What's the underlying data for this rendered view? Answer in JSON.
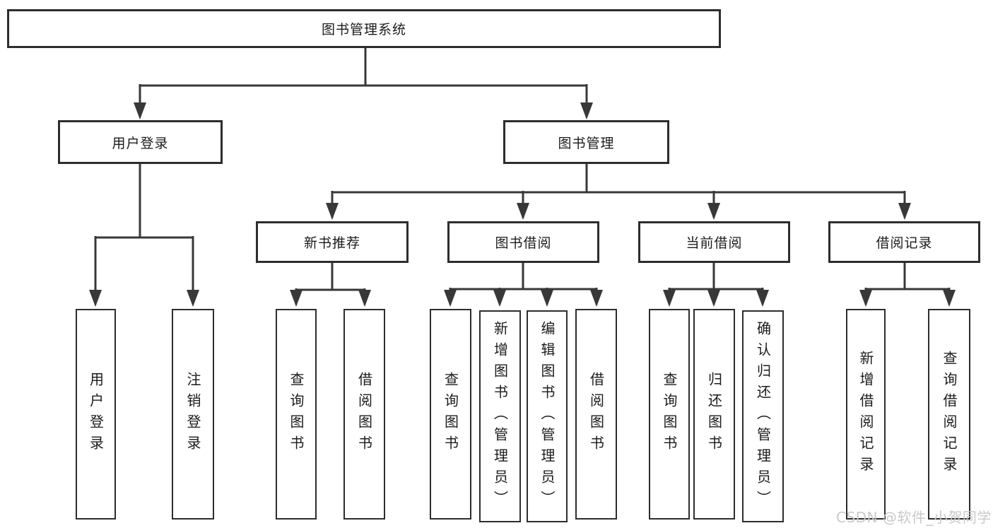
{
  "title": {
    "label": "图书管理系统"
  },
  "level2": {
    "user_login": "用户登录",
    "book_mgmt": "图书管理"
  },
  "level3": {
    "new_books": "新书推荐",
    "borrowing": "图书借阅",
    "current": "当前借阅",
    "records": "借阅记录"
  },
  "leaves": {
    "user_login": [
      "用户登录",
      "注销登录"
    ],
    "new_books": [
      "查询图书",
      "借阅图书"
    ],
    "borrowing": [
      "查询图书",
      "新增图书（管理员）",
      "编辑图书（管理员）",
      "借阅图书"
    ],
    "current": [
      "查询图书",
      "归还图书",
      "确认归还（管理员）"
    ],
    "records": [
      "新增借阅记录",
      "查询借阅记录"
    ]
  },
  "watermark": "CSDN @软件_小贺同学",
  "colors": {
    "line": "#383838",
    "border": "#2d2d2d",
    "text": "#1b1b1b",
    "watermark": "#c9c9c9",
    "background": "#ffffff"
  }
}
